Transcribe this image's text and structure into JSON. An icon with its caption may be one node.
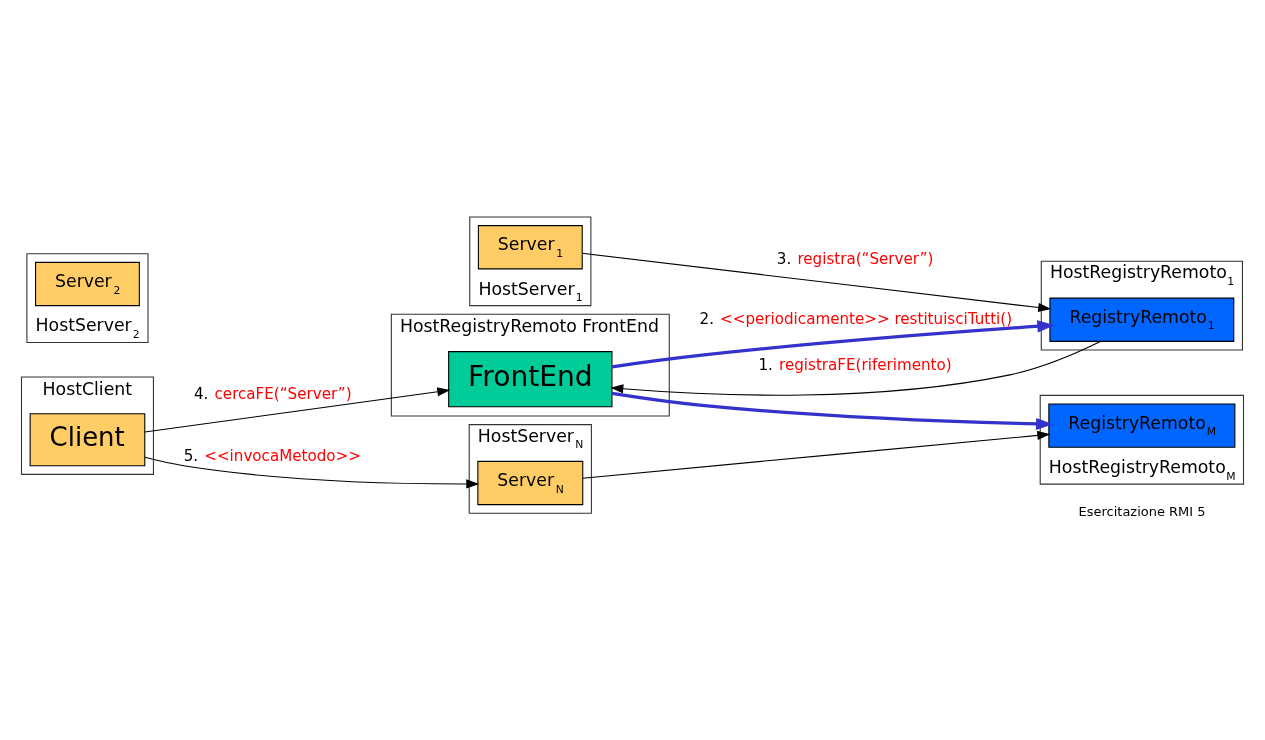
{
  "diagram": {
    "nodes": [
      {
        "text": [
          "HostRegistryRemoto FrontEnd"
        ]
      },
      {
        "text": [
          "FrontEnd"
        ],
        "in": 0
      },
      {
        "text": [
          "HostRegistryRemoto$_{1}$"
        ]
      },
      {
        "text": [
          "RegistryRemoto$_{1}$"
        ],
        "in": 2
      },
      {
        "text": [
          "HostServer$_{1}$"
        ]
      },
      {
        "text": [
          "Server$_{1}$"
        ],
        "in": 4
      },
      {
        "text": [
          "HostServer$_{2}$"
        ]
      },
      {
        "text": [
          "Server$_{2}$"
        ],
        "in": 6
      },
      {
        "text": [
          "HostClient"
        ]
      },
      {
        "text": [
          "Client"
        ],
        "in": 8
      },
      {
        "text": [
          "HostRegistryRemoto$_{M}$"
        ]
      },
      {
        "text": [
          "RegistryRemoto$_{M}$"
        ],
        "in": 10
      },
      {
        "text": [
          "HostServer$_{N}$"
        ]
      },
      {
        "text": [
          "Server$_{N}$"
        ],
        "in": 12
      }
    ],
    "edges": [
      {
        "from": 5,
        "to": 3,
        "arrow": "to",
        "label": "3. registra(“Server”)"
      },
      {
        "from": 3,
        "to": 1,
        "arrow": "to",
        "label": "1. registraFE(riferimento)"
      },
      {
        "from": 9,
        "to": 1,
        "arrow": "to",
        "label": "4. cercaFE(“Server”)"
      },
      {
        "from": 1,
        "to": 3,
        "arrow": "to",
        "style": "thick",
        "color": "#3333cc",
        "label": "2. <<periodicamente>> restituisciTutti()"
      },
      {
        "from": 1,
        "to": 11,
        "arrow": "to",
        "style": "thick",
        "color": "#3333cc"
      },
      {
        "from": 13,
        "to": 11,
        "arrow": "to"
      },
      {
        "from": 9,
        "to": 13,
        "arrow": "to",
        "label": "5. <<invocaMetodo>>"
      }
    ],
    "labels": [
      "Esercitazione RMI 5"
    ]
  }
}
